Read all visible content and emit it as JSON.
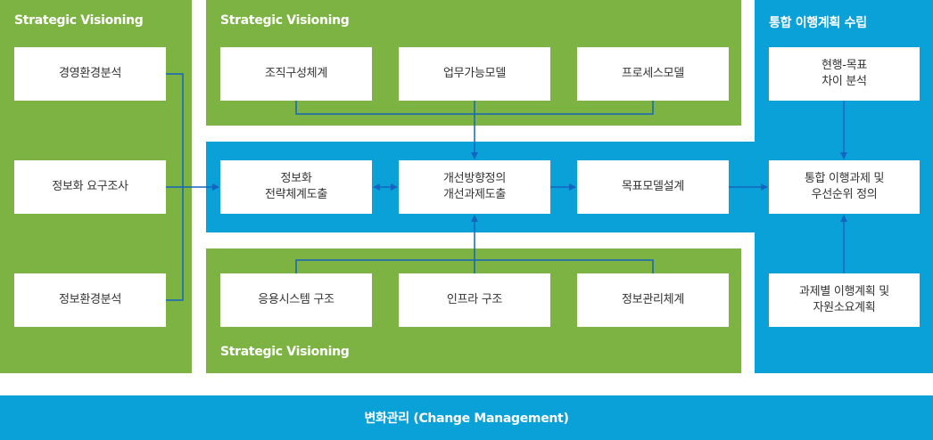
{
  "left_panel": {
    "title": "Strategic Visioning",
    "items": [
      "경영환경분석",
      "정보화 요구조사",
      "정보환경분석"
    ]
  },
  "top_panel": {
    "title": "Strategic Visioning",
    "items": [
      "조직구성체계",
      "업무가능모델",
      "프로세스모델"
    ]
  },
  "center_panel": {
    "items": [
      "정보화\n전략체계도출",
      "개선방향정의\n개선과제도출",
      "목표모델설계"
    ]
  },
  "bottom_panel": {
    "title": "Strategic Visioning",
    "items": [
      "응용시스템 구조",
      "인프라 구조",
      "정보관리체계"
    ]
  },
  "right_panel": {
    "title": "통합 이행계획 수립",
    "items": [
      "현행-목표\n차이 분석",
      "통합 이행과제 및\n우선순위 정의",
      "과제별 이행계획 및\n자원소요계획"
    ]
  },
  "footer": {
    "label": "변화관리 (Change Management)"
  },
  "colors": {
    "green": "#7cb342",
    "blue": "#0aa0d8",
    "line": "#1565c0"
  }
}
